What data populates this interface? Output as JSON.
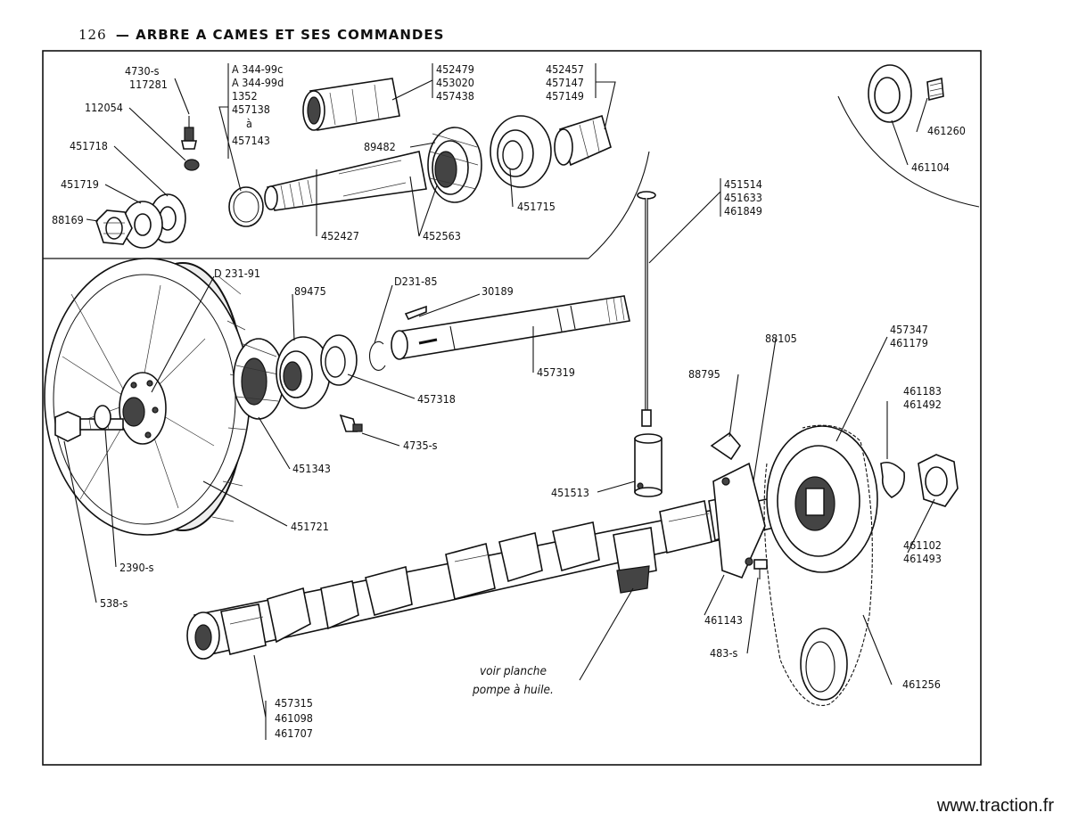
{
  "header": {
    "page_number": "126",
    "dash": "—",
    "title": "ARBRE A CAMES ET SES COMMANDES"
  },
  "labels": {
    "p4730": "4730-s",
    "p117281": "117281",
    "p112054": "112054",
    "p451718": "451718",
    "p451719": "451719",
    "p88169": "88169",
    "a344c": "A 344-99c",
    "a344d": "A 344-99d",
    "p1352": "1352",
    "p457138": "457138",
    "a": "à",
    "p457143": "457143",
    "p452479": "452479",
    "p453020": "453020",
    "p457438": "457438",
    "p89482": "89482",
    "p452427": "452427",
    "p452563": "452563",
    "p452457": "452457",
    "p457147": "457147",
    "p457149": "457149",
    "p451715": "451715",
    "p461260": "461260",
    "p461104": "461104",
    "p451514": "451514",
    "p451633": "451633",
    "p461849": "461849",
    "d23191": "D 231-91",
    "p89475": "89475",
    "d23185": "D231-85",
    "p30189": "30189",
    "p457319": "457319",
    "p457318": "457318",
    "p4735": "4735-s",
    "p451343": "451343",
    "p451721": "451721",
    "p2390": "2390-s",
    "p538": "538-s",
    "p88105": "88105",
    "p88795": "88795",
    "p457347": "457347",
    "p461179": "461179",
    "p461183": "461183",
    "p461492": "461492",
    "p451513": "451513",
    "p461102": "461102",
    "p461493": "461493",
    "p461143": "461143",
    "p483": "483-s",
    "p461256": "461256",
    "voir1": "voir planche",
    "voir2": "pompe à huile.",
    "p457315": "457315",
    "p461098": "461098",
    "p461707": "461707"
  },
  "watermark": "www.traction.fr"
}
